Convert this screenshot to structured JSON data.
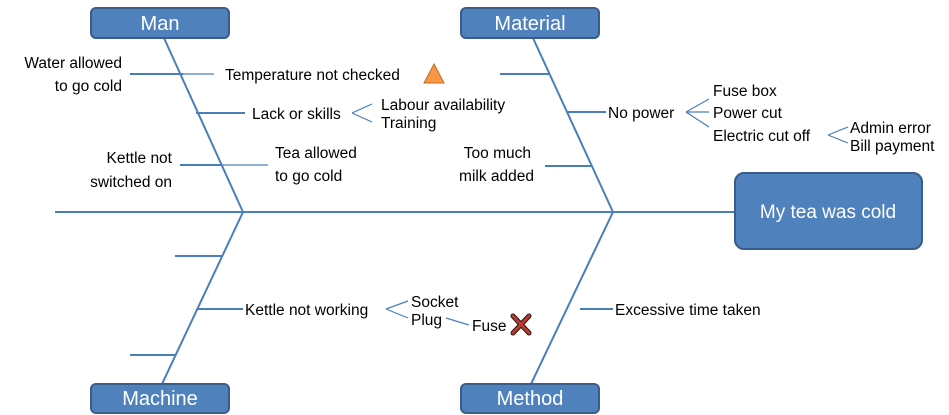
{
  "effect": "My tea was cold",
  "categories": {
    "man": "Man",
    "material": "Material",
    "machine": "Machine",
    "method": "Method"
  },
  "man": {
    "water_allowed_1": "Water allowed",
    "water_allowed_2": "to go cold",
    "temperature": "Temperature not checked",
    "lack": "Lack or skills",
    "labour": "Labour availability",
    "training": "Training",
    "kettle_not_1": "Kettle not",
    "kettle_not_2": "switched on",
    "tea_allowed_1": "Tea allowed",
    "tea_allowed_2": "to go cold"
  },
  "material": {
    "no_power": "No power",
    "fuse_box": "Fuse box",
    "power_cut": "Power cut",
    "electric": "Electric cut off",
    "admin_error": "Admin error",
    "bill_payment": "Bill payment",
    "too_much_1": "Too much",
    "too_much_2": "milk added"
  },
  "machine": {
    "kettle_not_working": "Kettle not working",
    "socket": "Socket",
    "plug": "Plug",
    "fuse": "Fuse"
  },
  "method": {
    "excessive": "Excessive time taken"
  },
  "colors": {
    "box_fill": "#4f81bd",
    "line": "#4a7ebb",
    "warning": "#f79646",
    "cross": "#c0392b"
  }
}
